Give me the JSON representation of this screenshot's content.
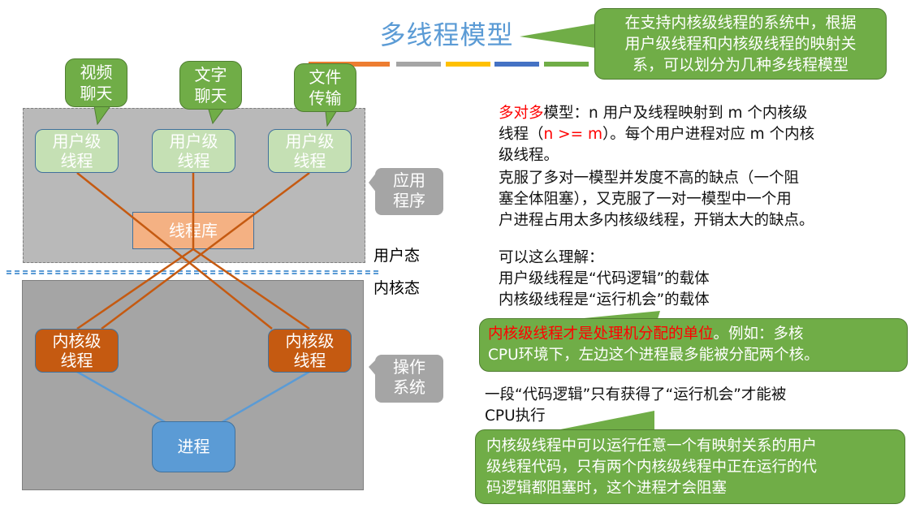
{
  "slide": {
    "title": "多线程模型",
    "accent_bars": [
      "#ED7D31",
      "#A5A5A5",
      "#FFC000",
      "#4472C4",
      "#70AD47"
    ],
    "top_callout": [
      "在支持内核级线程的系统中，根据",
      "用户级线程和内核级线程的映射关",
      "系，可以划分为几种多线程模型"
    ]
  },
  "diagram": {
    "app_callouts": [
      [
        "视频",
        "聊天"
      ],
      [
        "文字",
        "聊天"
      ],
      [
        "文件",
        "传输"
      ]
    ],
    "user_threads": [
      [
        "用户级",
        "线程"
      ],
      [
        "用户级",
        "线程"
      ],
      [
        "用户级",
        "线程"
      ]
    ],
    "thread_library": "线程库",
    "kernel_threads": [
      [
        "内核级",
        "线程"
      ],
      [
        "内核级",
        "线程"
      ]
    ],
    "process": "进程",
    "app_tag": [
      "应用",
      "程序"
    ],
    "os_tag": [
      "操作",
      "系统"
    ],
    "user_mode": "用户态",
    "kernel_mode": "内核态",
    "colors": {
      "user_area": "#B9B9B9",
      "kernel_area": "#A5A5A5",
      "mapping_line": "#C55A11",
      "process_line": "#5B9BD5"
    }
  },
  "notes": {
    "para1": {
      "red_prefix": "多对多",
      "line1_rest": "模型：n 用户及线程映射到 m 个内核级",
      "line2_a": "线程（",
      "line2_red": "n >= m",
      "line2_b": "）。每个用户进程对应 m 个内核",
      "line3": "级线程。"
    },
    "para2": [
      "克服了多对一模型并发度不高的缺点（一个阻",
      "塞全体阻塞），又克服了一对一模型中一个用",
      "户进程占用太多内核级线程，开销太大的缺点。"
    ],
    "para3": [
      "可以这么理解：",
      "用户级线程是“代码逻辑”的载体",
      "内核级线程是“运行机会”的载体"
    ],
    "callout1": {
      "red": "内核级线程才是处理机分配的单位",
      "rest1": "。例如：多核",
      "line2": "CPU环境下，左边这个进程最多能被分配两个核。"
    },
    "para4": [
      "一段“代码逻辑”只有获得了“运行机会”才能被",
      "CPU执行"
    ],
    "callout2": [
      "内核级线程中可以运行任意一个有映射关系的用户",
      "级线程代码，只有两个内核级线程中正在运行的代",
      "码逻辑都阻塞时，这个进程才会阻塞"
    ]
  }
}
